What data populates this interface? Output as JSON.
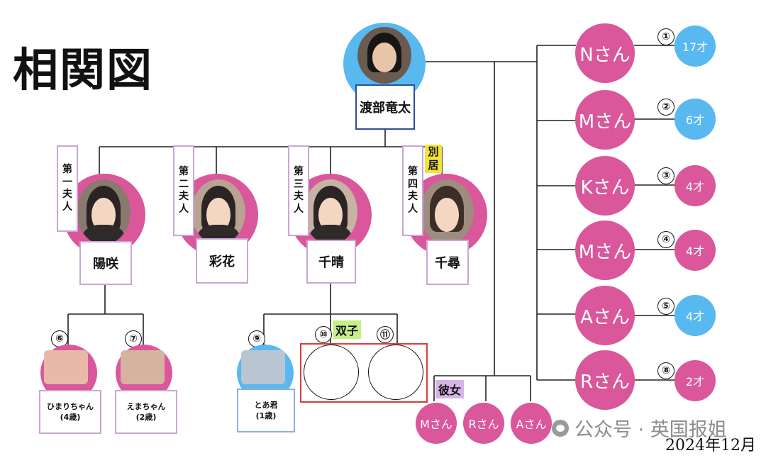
{
  "title": "相関図",
  "center": {
    "name": "渡部竜太"
  },
  "wives": [
    {
      "rank": [
        "第",
        "一",
        "夫",
        "人"
      ],
      "name": "陽咲"
    },
    {
      "rank": [
        "第",
        "二",
        "夫",
        "人"
      ],
      "name": "彩花"
    },
    {
      "rank": [
        "第",
        "三",
        "夫",
        "人"
      ],
      "name": "千晴"
    },
    {
      "rank": [
        "第",
        "四",
        "夫",
        "人"
      ],
      "name": "千尋"
    }
  ],
  "separated_label": [
    "別",
    "居"
  ],
  "children": [
    {
      "num": "⑥",
      "name": "ひまりちゃん",
      "age": "(4歳)"
    },
    {
      "num": "⑦",
      "name": "えまちゃん",
      "age": "(2歳)"
    },
    {
      "num": "⑨",
      "name": "とあ君",
      "age": "(1歳)"
    }
  ],
  "twins": {
    "label": "双子",
    "nums": [
      "⑩",
      "⑪"
    ]
  },
  "girlfriend": {
    "label": "彼女",
    "names": [
      "Mさん",
      "Rさん",
      "Aさん"
    ]
  },
  "right_partners": [
    {
      "name": "Nさん",
      "num": "①",
      "age": "17才"
    },
    {
      "name": "Mさん",
      "num": "②",
      "age": "6才"
    },
    {
      "name": "Kさん",
      "num": "③",
      "age": "4才"
    },
    {
      "name": "Mさん",
      "num": "④",
      "age": "4才"
    },
    {
      "name": "Aさん",
      "num": "⑤",
      "age": "4才"
    },
    {
      "name": "Rさん",
      "num": "⑧",
      "age": "2才"
    }
  ],
  "watermark": "公众号 · 英国报姐",
  "date": "2024年12月",
  "colors": {
    "pink": "#d9579a",
    "blue": "#58b8f0",
    "twin_box": "#e03a3a",
    "name_border": "#c9a6d6"
  }
}
